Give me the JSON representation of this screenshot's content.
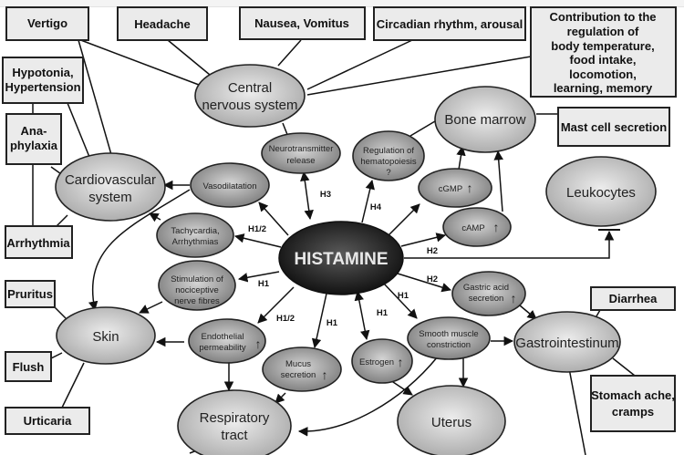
{
  "title": "Histamine effects diagram",
  "center": {
    "id": "histamine",
    "label": "HISTAMINE"
  },
  "boxes": [
    {
      "id": "vertigo",
      "lines": [
        "Vertigo"
      ]
    },
    {
      "id": "headache",
      "lines": [
        "Headache"
      ]
    },
    {
      "id": "nausea",
      "lines": [
        "Nausea, Vomitus"
      ]
    },
    {
      "id": "circadian",
      "lines": [
        "Circadian rhythm, arousal"
      ]
    },
    {
      "id": "contribution",
      "lines": [
        "Contribution to the",
        "regulation of",
        "body temperature,",
        "food intake,",
        "locomotion,",
        "learning, memory"
      ]
    },
    {
      "id": "hypotonia",
      "lines": [
        "Hypotonia,",
        "Hypertension"
      ]
    },
    {
      "id": "anaphylaxia",
      "lines": [
        "Ana-",
        "phylaxia"
      ]
    },
    {
      "id": "arrhythmia",
      "lines": [
        "Arrhythmia"
      ]
    },
    {
      "id": "mastcell",
      "lines": [
        "Mast cell secretion"
      ]
    },
    {
      "id": "pruritus",
      "lines": [
        "Pruritus"
      ]
    },
    {
      "id": "flush",
      "lines": [
        "Flush"
      ]
    },
    {
      "id": "urticaria",
      "lines": [
        "Urticaria"
      ]
    },
    {
      "id": "diarrhea",
      "lines": [
        "Diarrhea"
      ]
    },
    {
      "id": "stomach",
      "lines": [
        "Stomach ache,",
        "cramps"
      ]
    }
  ],
  "organs": [
    {
      "id": "cns",
      "lines": [
        "Central",
        "nervous system"
      ]
    },
    {
      "id": "cardio",
      "lines": [
        "Cardiovascular",
        "system"
      ]
    },
    {
      "id": "bonemarrow",
      "lines": [
        "Bone marrow"
      ]
    },
    {
      "id": "leukocytes",
      "lines": [
        "Leukocytes"
      ]
    },
    {
      "id": "skin",
      "lines": [
        "Skin"
      ]
    },
    {
      "id": "respiratory",
      "lines": [
        "Respiratory",
        "tract"
      ]
    },
    {
      "id": "uterus",
      "lines": [
        "Uterus"
      ]
    },
    {
      "id": "gi",
      "lines": [
        "Gastrointestinum"
      ]
    }
  ],
  "processes": [
    {
      "id": "neuro",
      "lines": [
        "Neurotransmitter",
        "release"
      ],
      "up": false
    },
    {
      "id": "hemato",
      "lines": [
        "Regulation of",
        "hematopoiesis",
        "?"
      ],
      "up": false
    },
    {
      "id": "vaso",
      "lines": [
        "Vasodilatation"
      ],
      "up": false
    },
    {
      "id": "cgmp",
      "lines": [
        "cGMP"
      ],
      "up": true
    },
    {
      "id": "camp",
      "lines": [
        "cAMP"
      ],
      "up": true
    },
    {
      "id": "tachy",
      "lines": [
        "Tachycardia,",
        "Arrhythmias"
      ],
      "up": false
    },
    {
      "id": "stim",
      "lines": [
        "Stimulation of",
        "nociceptive",
        "nerve fibres"
      ],
      "up": false
    },
    {
      "id": "gastric",
      "lines": [
        "Gastric acid",
        "secretion"
      ],
      "up": true
    },
    {
      "id": "endo",
      "lines": [
        "Endothelial",
        "permeability"
      ],
      "up": true
    },
    {
      "id": "mucus",
      "lines": [
        "Mucus",
        "secretion"
      ],
      "up": true
    },
    {
      "id": "estrogen",
      "lines": [
        "Estrogen"
      ],
      "up": true
    },
    {
      "id": "smooth",
      "lines": [
        "Smooth muscle",
        "constriction"
      ],
      "up": false
    }
  ],
  "receptors": [
    {
      "id": "r-h3",
      "label": "H3"
    },
    {
      "id": "r-h4",
      "label": "H4"
    },
    {
      "id": "r-h12-tachy",
      "label": "H1/2"
    },
    {
      "id": "r-h1-stim",
      "label": "H1"
    },
    {
      "id": "r-h2-camp",
      "label": "H2"
    },
    {
      "id": "r-h2-gastric",
      "label": "H2"
    },
    {
      "id": "r-h1-smooth",
      "label": "H1"
    },
    {
      "id": "r-h1-estrogen",
      "label": "H1"
    },
    {
      "id": "r-h1-mucus",
      "label": "H1"
    },
    {
      "id": "r-h12-endo",
      "label": "H1/2"
    }
  ],
  "colors": {
    "organ_fill": "#c4c4c4",
    "process_fill": "#9a9a9a",
    "histamine_fill": "#1e1e1e",
    "box_fill": "#ebebeb",
    "line": "#111111"
  }
}
